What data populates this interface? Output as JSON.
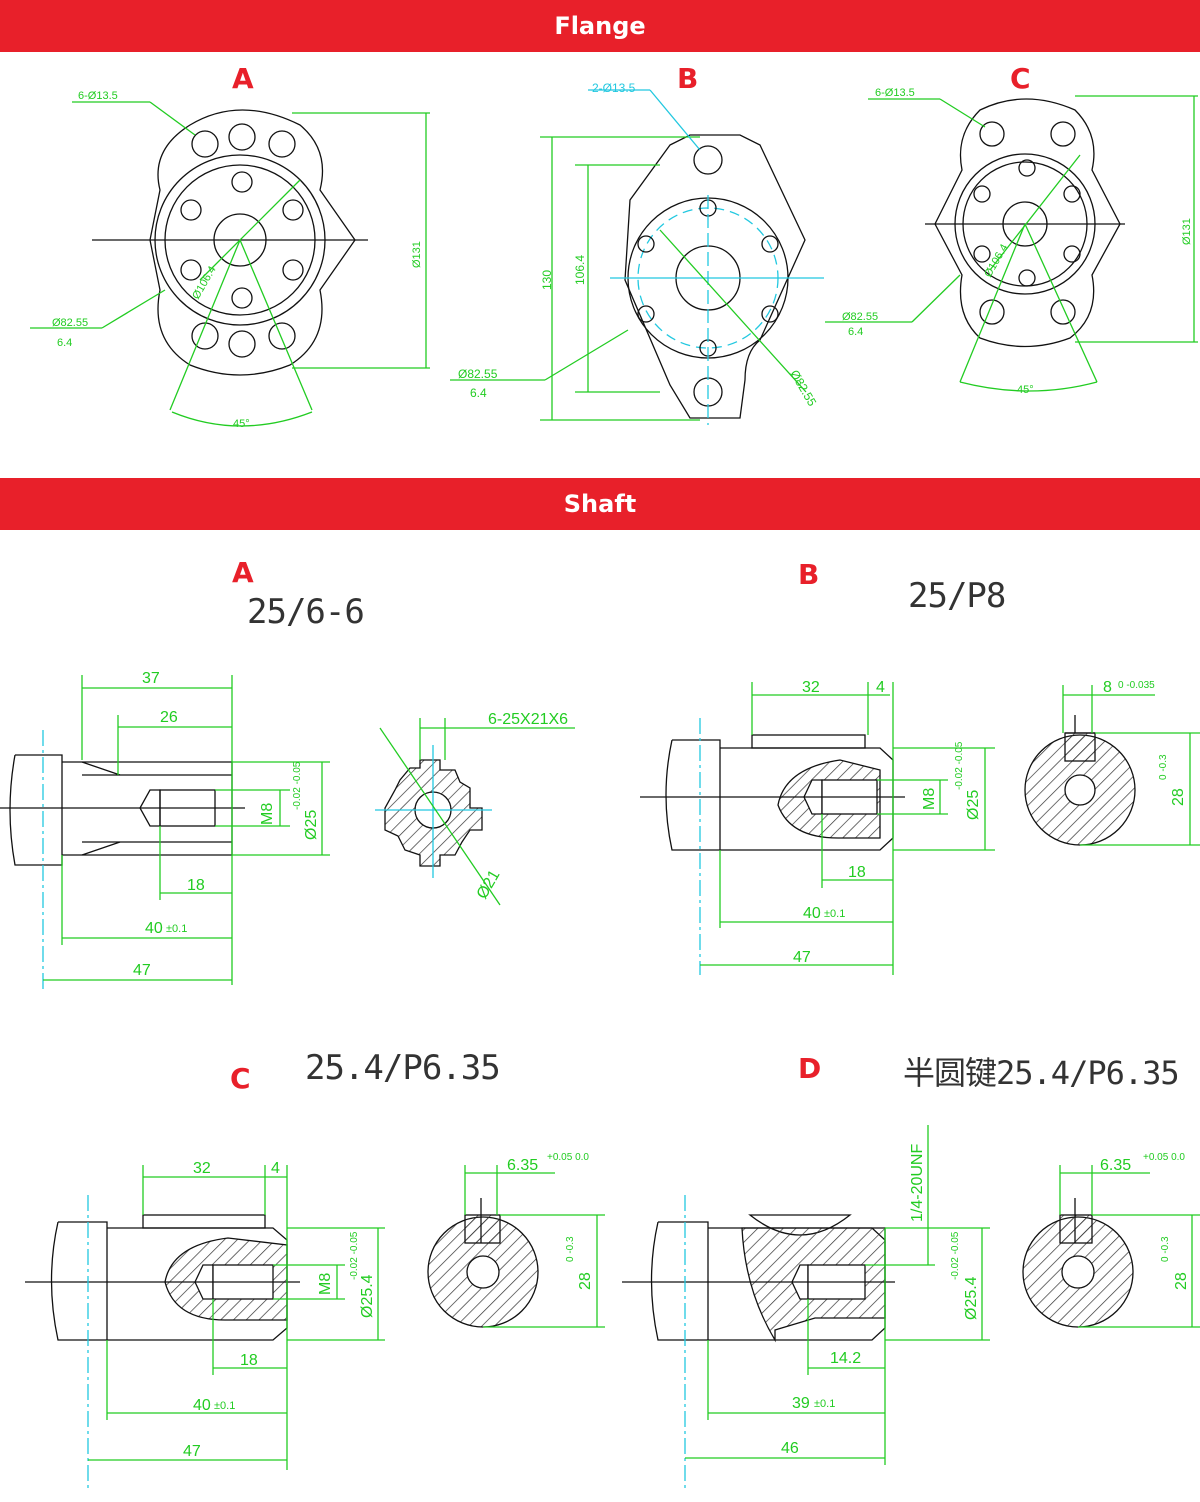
{
  "sections": {
    "flange": {
      "title": "Flange",
      "panels": [
        {
          "letter": "A",
          "holes": "6-Ø13.5",
          "pcd": "Ø106.4",
          "outer": "Ø131",
          "pilot": "Ø82.55",
          "pilot_depth": "6.4",
          "angle": "45°"
        },
        {
          "letter": "B",
          "holes": "2-Ø13.5",
          "height": "130",
          "inner_height": "106.4",
          "pilot": "Ø82.55",
          "pilot_depth": "6.4",
          "diag": "Ø82.55"
        },
        {
          "letter": "C",
          "holes": "6-Ø13.5",
          "pcd": "Ø106.4",
          "outer": "Ø131",
          "pilot": "Ø82.55",
          "pilot_depth": "6.4",
          "angle": "45°"
        }
      ]
    },
    "shaft": {
      "title": "Shaft",
      "panels": [
        {
          "letter": "A",
          "spec": "25/6-6",
          "dims": {
            "d37": "37",
            "d26": "26",
            "d18": "18",
            "d40": "40",
            "tol40": "±0.1",
            "d47": "47",
            "thread": "M8",
            "dia": "Ø25",
            "dia_tol": "-0.02 -0.05",
            "spline": "6-25X21X6",
            "minor": "Ø21"
          }
        },
        {
          "letter": "B",
          "spec": "25/P8",
          "dims": {
            "d32": "32",
            "d4": "4",
            "d18": "18",
            "d40": "40",
            "tol40": "±0.1",
            "d47": "47",
            "thread": "M8",
            "dia": "Ø25",
            "dia_tol": "-0.02 -0.05",
            "key": "8",
            "key_tol": "0 -0.035",
            "h28": "28",
            "h28_tol": "0 -0.3"
          }
        },
        {
          "letter": "C",
          "spec": "25.4/P6.35",
          "dims": {
            "d32": "32",
            "d4": "4",
            "d18": "18",
            "d40": "40",
            "tol40": "±0.1",
            "d47": "47",
            "thread": "M8",
            "dia": "Ø25.4",
            "dia_tol": "-0.02 -0.05",
            "key": "6.35",
            "key_tol": "+0.05 0.0",
            "h28": "28",
            "h28_tol": "0 -0.3"
          }
        },
        {
          "letter": "D",
          "spec": "半圆键25.4/P6.35",
          "dims": {
            "thread": "1/4-20UNF",
            "d142": "14.2",
            "d39": "39",
            "tol39": "±0.1",
            "d46": "46",
            "dia": "Ø25.4",
            "dia_tol": "-0.02 -0.05",
            "key": "6.35",
            "key_tol": "+0.05 0.0",
            "h28": "28",
            "h28_tol": "0 -0.3"
          }
        }
      ]
    }
  },
  "colors": {
    "banner": "#e8202a",
    "dimension": "#22cc22",
    "centerline": "#22c8e0",
    "outline": "#111111",
    "hatch": "#333333"
  }
}
